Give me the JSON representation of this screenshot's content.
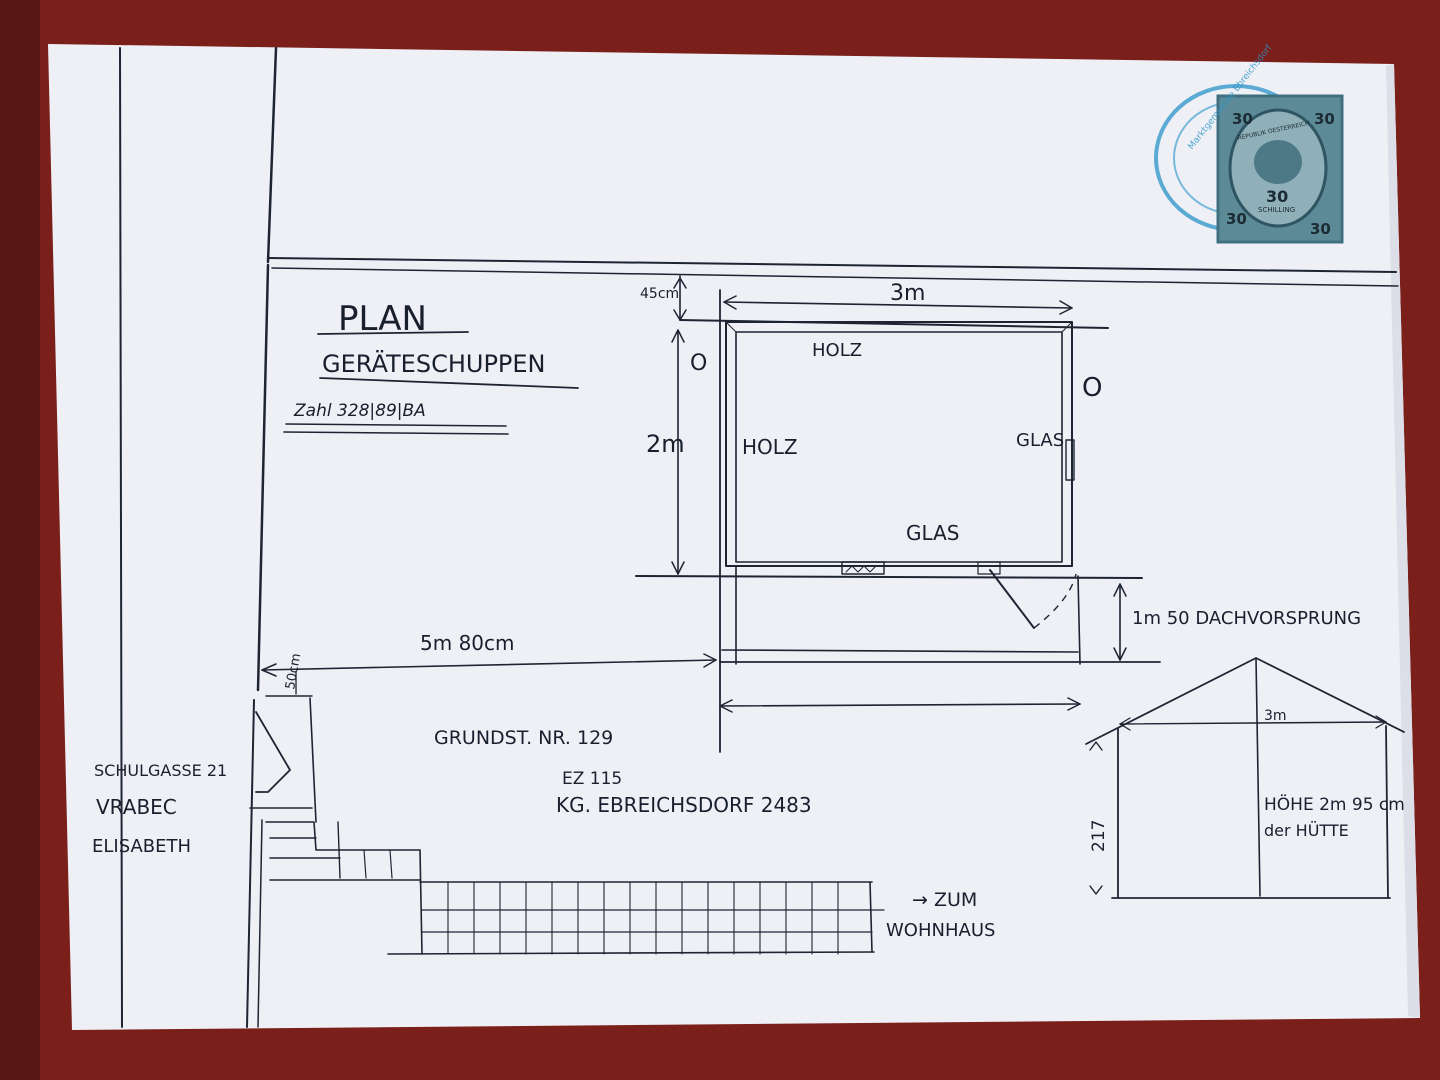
{
  "plan": {
    "title": "PLAN",
    "subtitle": "GERÄTESCHUPPEN",
    "reference": "Zahl 328|89|BA"
  },
  "dimensions": {
    "top_gap": "45cm",
    "width_top": "3m",
    "depth": "2m",
    "roof_overhang": "1m 50 DACHVORSPRUNG",
    "distance": "5m 80cm",
    "small_gap": "50cm"
  },
  "materials": {
    "top_wall": "HOLZ",
    "left_wall": "HOLZ",
    "right_wall": "GLAS",
    "bottom_wall": "GLAS",
    "door_left": "O",
    "door_right": "O"
  },
  "elevation": {
    "width": "3m",
    "height_label_line1": "HÖHE 2m 95 cm",
    "height_label_line2": "der HÜTTE",
    "side_height": "217"
  },
  "parcel": {
    "grundstueck": "GRUNDST. NR. 129",
    "ez": "EZ 115",
    "kg": "KG. EBREICHSDORF 2483"
  },
  "owner": {
    "address": "SCHULGASSE 21",
    "surname": "VRABEC",
    "firstname": "ELISABETH"
  },
  "direction": {
    "line1": "→ ZUM",
    "line2": "WOHNHAUS"
  },
  "stamp": {
    "value_corner": "30",
    "center_value": "30",
    "denomination": "SCHILLING",
    "country": "REPUBLIK OESTERREICH",
    "stamp_ink": "Marktgemeinde Ebreichsdorf"
  },
  "colors": {
    "paper": "#eef0f6",
    "ink": "#1f2433",
    "background": "#7a1f1a",
    "stamp_blue": "#2a93c8",
    "stamp_teal": "#3f6f7f"
  }
}
